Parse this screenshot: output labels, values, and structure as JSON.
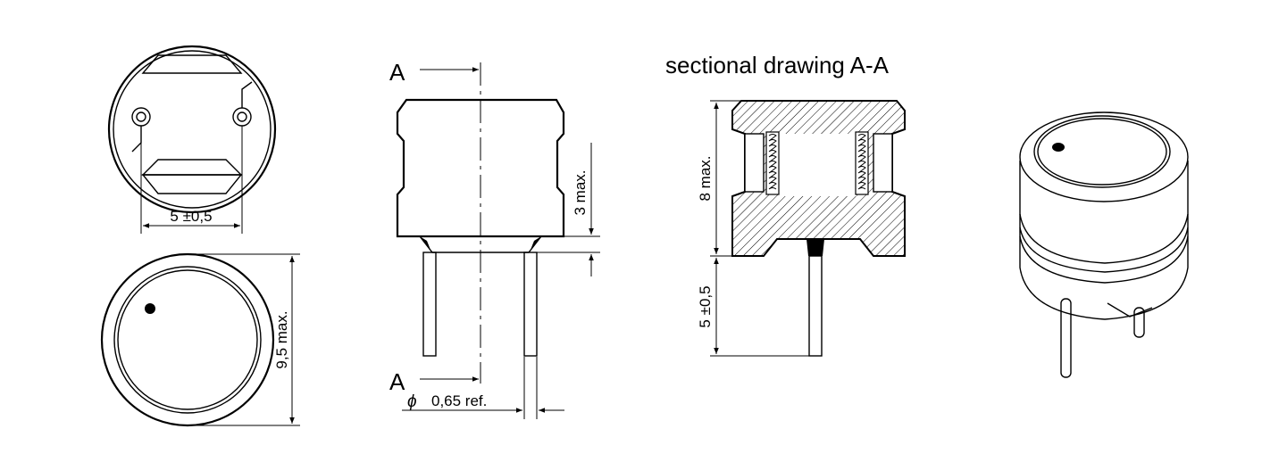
{
  "title": "sectional drawing A-A",
  "dimensions": {
    "pin_spacing": "5 ±0,5",
    "diameter": "9,5 max.",
    "standoff": "3 max.",
    "pin_diameter": "0,65  ref.",
    "body_height": "8 max.",
    "pin_length": "5 ±0,5",
    "diameter_symbol": "ϕ"
  },
  "section_markers": {
    "top": "A",
    "bottom": "A"
  }
}
